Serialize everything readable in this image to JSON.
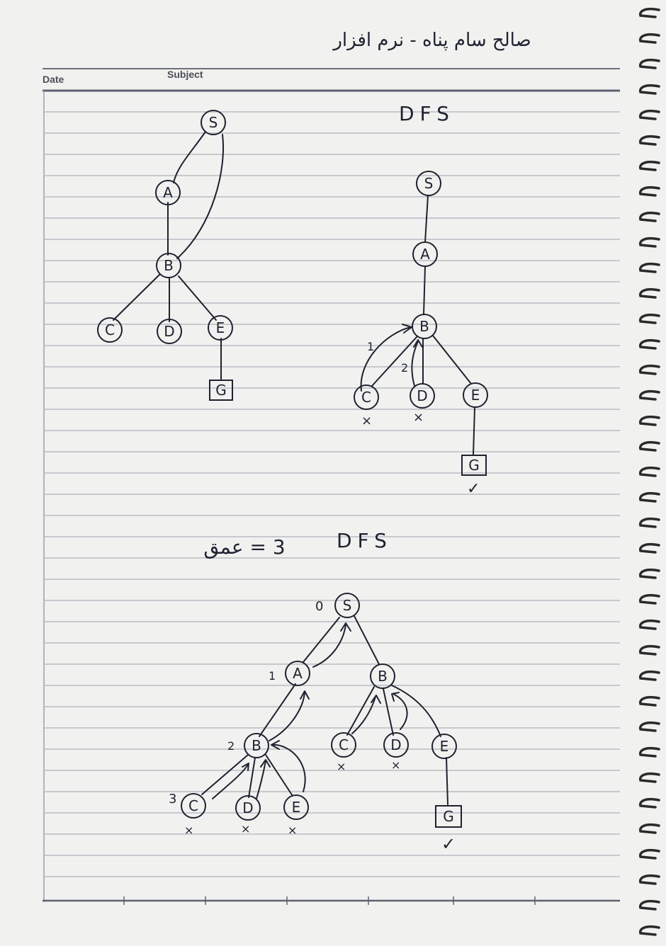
{
  "header": {
    "date_label": "Date",
    "subject_label": "Subject",
    "author_line": "صالح سام پناه - نرم افزار"
  },
  "headings": {
    "dfs_top": "DFS",
    "dfs_bottom": "DFS",
    "depth_label": "3 = عمق"
  },
  "nodes": {
    "s": "S",
    "a": "A",
    "b": "B",
    "c": "C",
    "d": "D",
    "e": "E",
    "g": "G"
  },
  "step_marks": {
    "one": "1",
    "two": "2",
    "zero": "0",
    "three": "3"
  },
  "marks": {
    "cross": "×",
    "check": "✓"
  },
  "colors": {
    "ink": "#1e2230",
    "paper": "#f1f1ef",
    "rule_lines": "#b8bcc3",
    "header_text": "#4a4f58"
  }
}
